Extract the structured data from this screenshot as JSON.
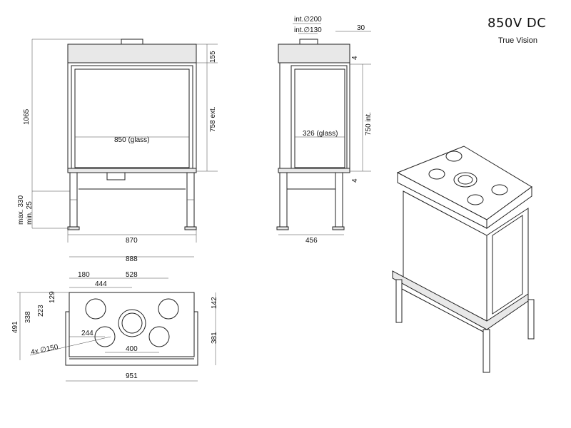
{
  "title": {
    "model": "850V DC",
    "subtitle": "True Vision"
  },
  "front_view": {
    "height_total": "1065",
    "top_band": "155",
    "height_ext": "758 ext.",
    "glass_width": "850  (glass)",
    "leg_max": "max. 330",
    "leg_min": "min. 25",
    "width": "870"
  },
  "side_view": {
    "flue_outer": "int.∅200",
    "flue_inner": "int.∅130",
    "offset": "30",
    "gap_top": "4",
    "height_int": "750 int.",
    "glass_width": "326 (glass)",
    "gap_bottom": "4",
    "depth": "456"
  },
  "top_view": {
    "width_888": "888",
    "d180": "180",
    "d528": "528",
    "d444": "444",
    "d129": "129",
    "d223": "223",
    "d338": "338",
    "d491": "491",
    "d142": "142",
    "d381": "381",
    "d244": "244",
    "holes": "4x ∅150",
    "d400": "400",
    "width_951": "951"
  }
}
